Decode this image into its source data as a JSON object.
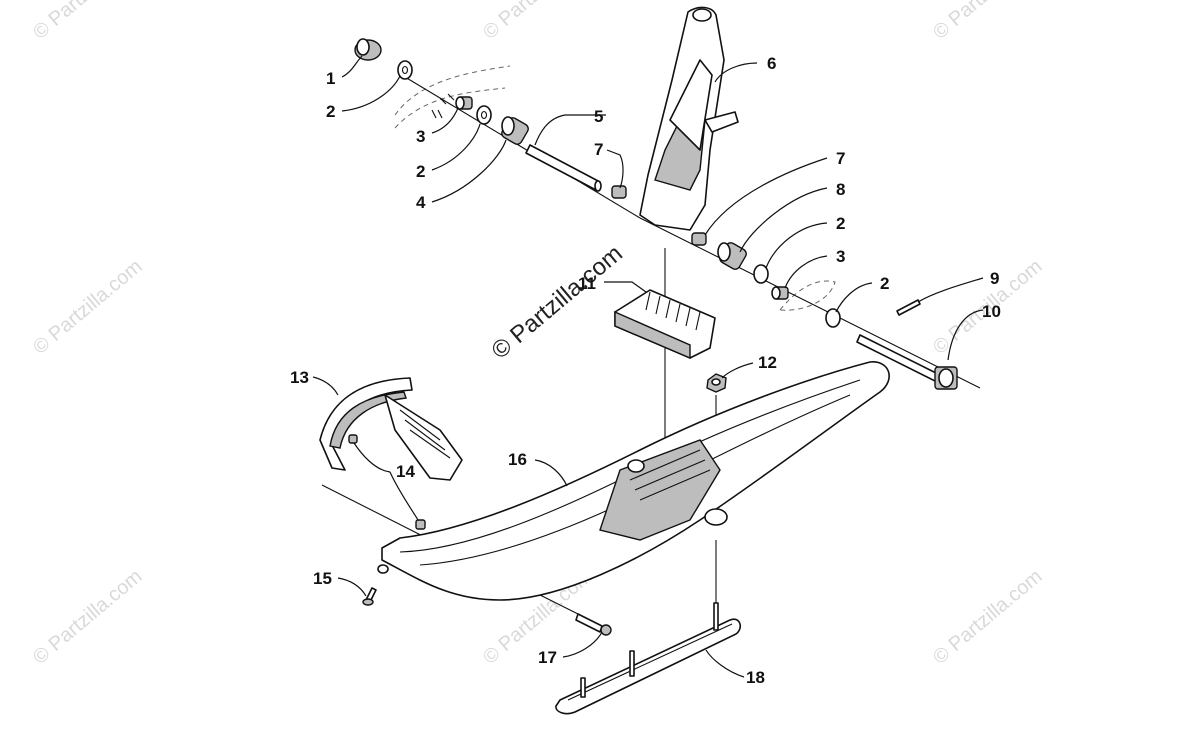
{
  "watermark": {
    "text": "© Partzilla.com",
    "center_text": "© Partzilla.com"
  },
  "callouts": [
    {
      "id": "c1",
      "label": "1"
    },
    {
      "id": "c2a",
      "label": "2"
    },
    {
      "id": "c3a",
      "label": "3"
    },
    {
      "id": "c2b",
      "label": "2"
    },
    {
      "id": "c4",
      "label": "4"
    },
    {
      "id": "c5",
      "label": "5"
    },
    {
      "id": "c6",
      "label": "6"
    },
    {
      "id": "c7a",
      "label": "7"
    },
    {
      "id": "c7b",
      "label": "7"
    },
    {
      "id": "c8",
      "label": "8"
    },
    {
      "id": "c2c",
      "label": "2"
    },
    {
      "id": "c3b",
      "label": "3"
    },
    {
      "id": "c2d",
      "label": "2"
    },
    {
      "id": "c9",
      "label": "9"
    },
    {
      "id": "c10",
      "label": "10"
    },
    {
      "id": "c11",
      "label": "11"
    },
    {
      "id": "c12",
      "label": "12"
    },
    {
      "id": "c13",
      "label": "13"
    },
    {
      "id": "c14",
      "label": "14"
    },
    {
      "id": "c15",
      "label": "15"
    },
    {
      "id": "c16",
      "label": "16"
    },
    {
      "id": "c17",
      "label": "17"
    },
    {
      "id": "c18",
      "label": "18"
    }
  ]
}
